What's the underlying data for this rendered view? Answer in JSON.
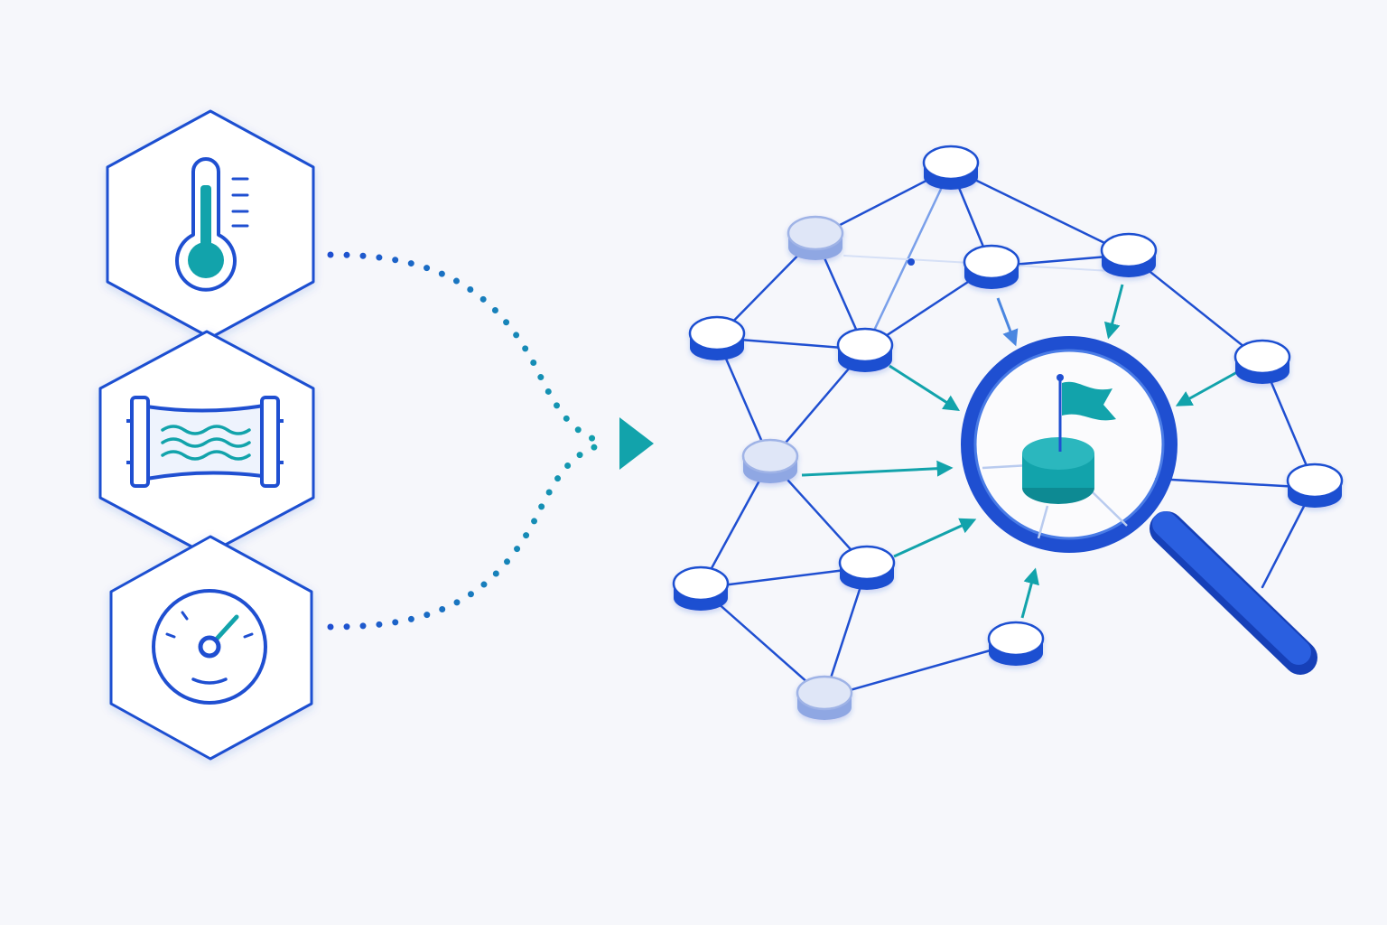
{
  "colors": {
    "background": "#f6f7fb",
    "primary_blue": "#1f4fd1",
    "dark_blue": "#1640b8",
    "teal": "#12a3ab",
    "teal_dark": "#0d8a93",
    "pale_node": "#c9d4ef",
    "white": "#ffffff"
  },
  "sensors": [
    {
      "name": "temperature-sensor",
      "icon": "thermometer-icon"
    },
    {
      "name": "flow-sensor",
      "icon": "pipe-flow-icon"
    },
    {
      "name": "pressure-sensor",
      "icon": "pressure-gauge-icon"
    }
  ],
  "graph": {
    "node_count": 15,
    "highlighted_node_icon": "flag-icon",
    "inspector_icon": "magnifying-glass-icon"
  }
}
